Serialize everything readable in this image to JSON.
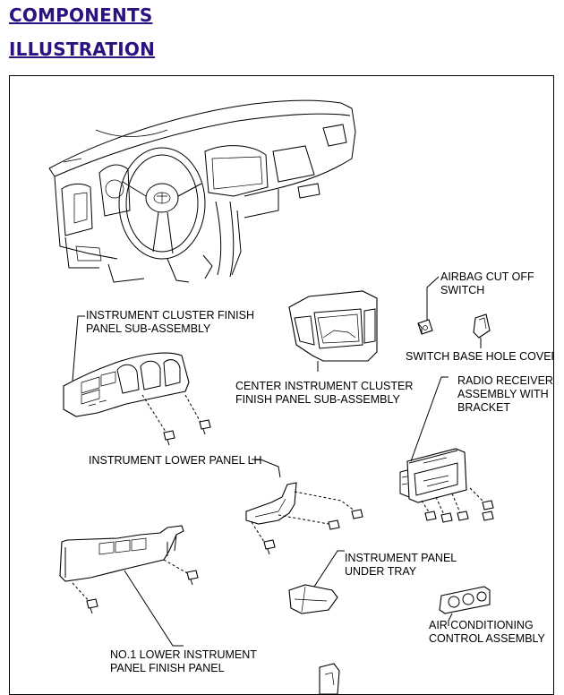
{
  "headings": {
    "components": "COMPONENTS",
    "illustration": "ILLUSTRATION"
  },
  "labels": {
    "airbag_cut_off_switch": [
      "AIRBAG CUT OFF",
      "SWITCH"
    ],
    "instrument_cluster_finish_panel": [
      "INSTRUMENT CLUSTER FINISH",
      "PANEL SUB-ASSEMBLY"
    ],
    "switch_base_hole_cover": [
      "SWITCH BASE HOLE COVER"
    ],
    "center_instrument_cluster_finish_panel": [
      "CENTER INSTRUMENT CLUSTER",
      "FINISH PANEL SUB-ASSEMBLY"
    ],
    "radio_receiver_assembly": [
      "RADIO RECEIVER",
      "ASSEMBLY WITH",
      "BRACKET"
    ],
    "instrument_lower_panel_lh": [
      "INSTRUMENT LOWER PANEL LH"
    ],
    "instrument_panel_under_tray": [
      "INSTRUMENT PANEL",
      "UNDER TRAY"
    ],
    "air_conditioning_control_assembly": [
      "AIR CONDITIONING",
      "CONTROL ASSEMBLY"
    ],
    "no1_lower_instrument_finish_panel": [
      "NO.1 LOWER INSTRUMENT",
      "PANEL FINISH PANEL"
    ]
  }
}
